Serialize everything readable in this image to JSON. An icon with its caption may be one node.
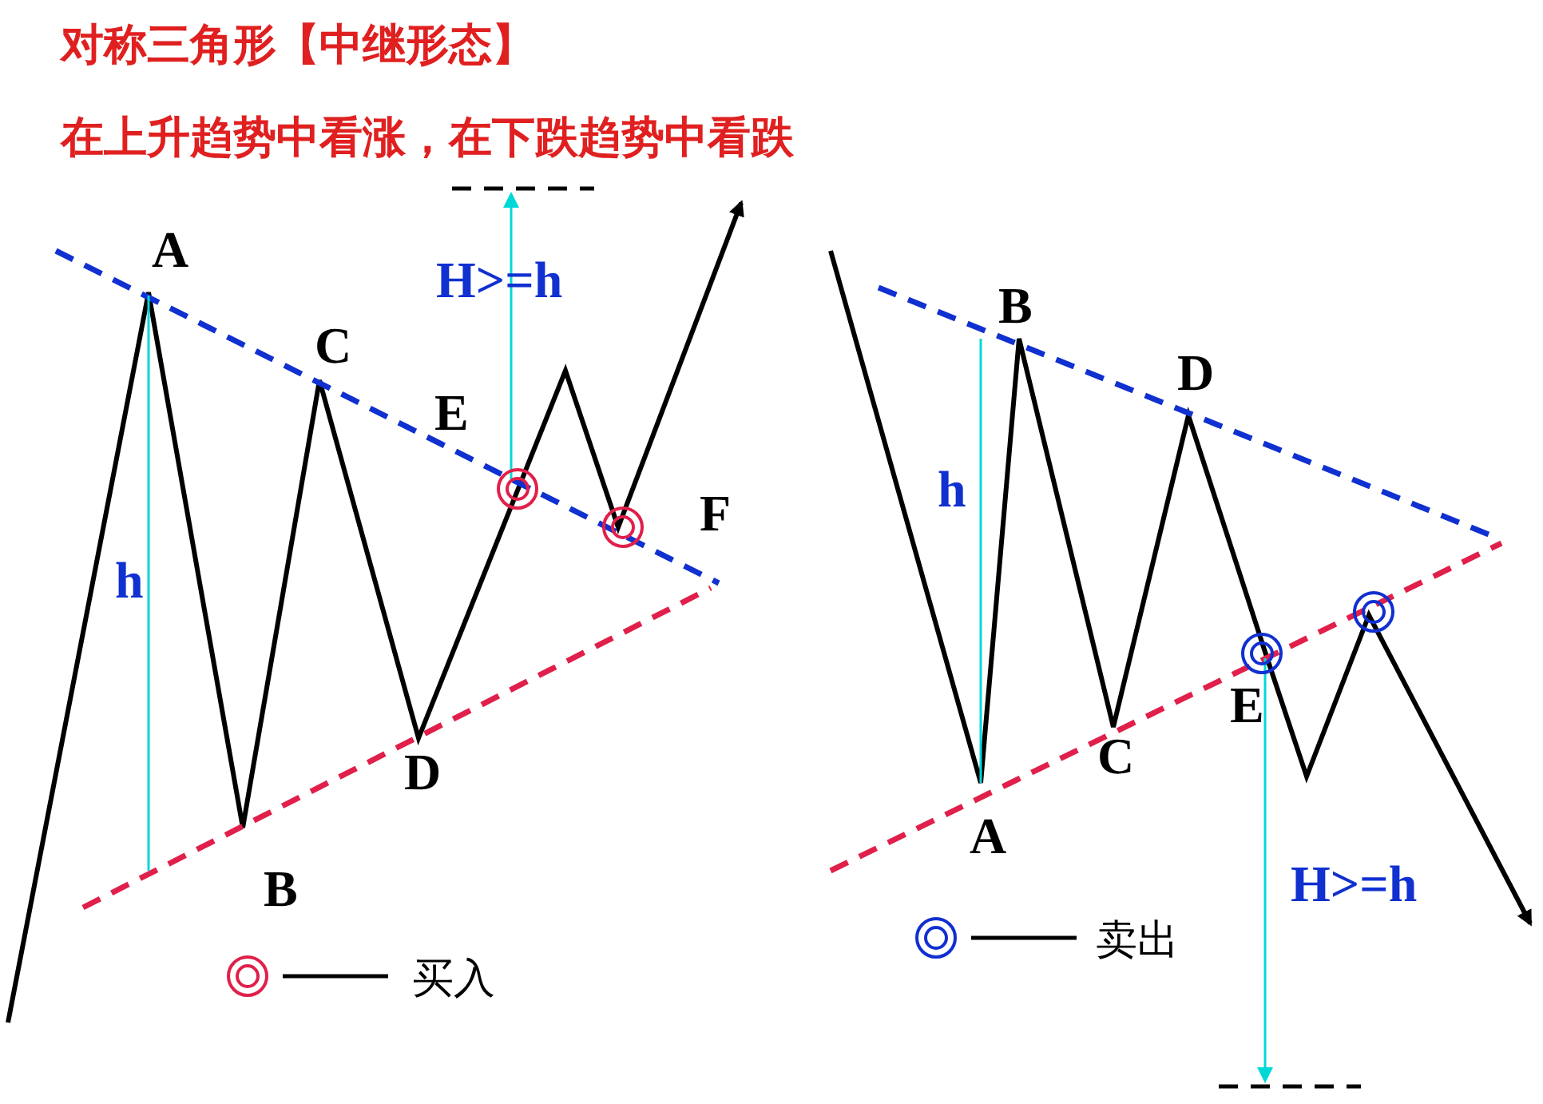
{
  "diagram": {
    "title": "对称三角形【中继形态】",
    "labels": [
      "在上升趋势中看涨，在下跌趋势中看跌",
      "A",
      "H>=h",
      "C",
      "E",
      "F",
      "h",
      "D",
      "B",
      "B",
      "D",
      "h",
      "E",
      "C",
      "A",
      "H>=h"
    ],
    "legend": [
      {
        "text": "买入"
      },
      {
        "text": "卖出"
      }
    ]
  }
}
